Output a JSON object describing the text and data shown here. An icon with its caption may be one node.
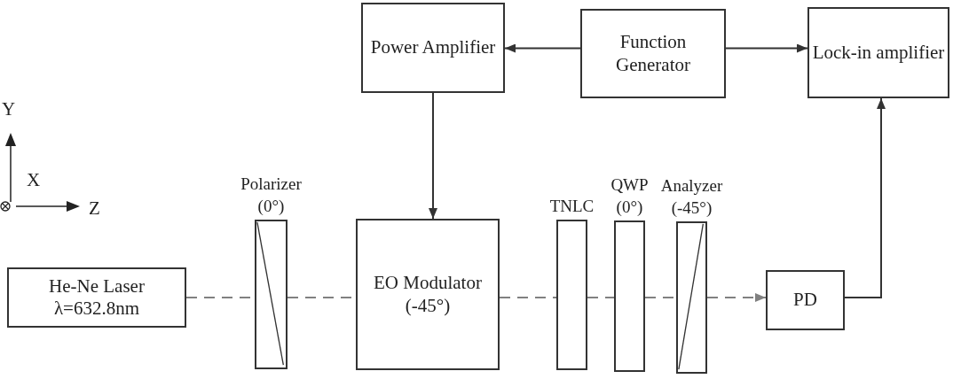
{
  "diagram": {
    "nodes": [
      {
        "text": [
          "Power Amplifier"
        ]
      },
      {
        "text": [
          "Function Generator"
        ]
      },
      {
        "text": [
          "Lock-in amplifier"
        ]
      },
      {
        "text": [
          "He-Ne Laser λ=632.8nm"
        ]
      },
      {
        "text": [
          "Polarizer (0°)"
        ]
      },
      {
        "text": [
          "EO Modulator (-45°)"
        ]
      },
      {
        "text": [
          "TNLC"
        ]
      },
      {
        "text": [
          "QWP (0°)"
        ]
      },
      {
        "text": [
          "Analyzer (-45°)"
        ]
      },
      {
        "text": [
          "PD"
        ]
      }
    ],
    "edges": [
      {
        "from": 1,
        "to": 0,
        "arrow": "to",
        "color": "#333333"
      },
      {
        "from": 1,
        "to": 2,
        "arrow": "to",
        "color": "#333333"
      },
      {
        "from": 0,
        "to": 5,
        "arrow": "to",
        "color": "#333333"
      },
      {
        "from": 9,
        "to": 2,
        "arrow": "to",
        "color": "#333333"
      },
      {
        "from": 3,
        "to": 4,
        "arrow": "none",
        "style": "dashed"
      },
      {
        "from": 4,
        "to": 5,
        "arrow": "none",
        "style": "dashed"
      },
      {
        "from": 5,
        "to": 6,
        "arrow": "none",
        "style": "dashed"
      },
      {
        "from": 6,
        "to": 7,
        "arrow": "none",
        "style": "dashed"
      },
      {
        "from": 7,
        "to": 8,
        "arrow": "none",
        "style": "dashed"
      },
      {
        "from": 8,
        "to": 9,
        "arrow": "to",
        "style": "dashed"
      }
    ],
    "labels": [
      "Y",
      "X",
      "Z"
    ]
  }
}
